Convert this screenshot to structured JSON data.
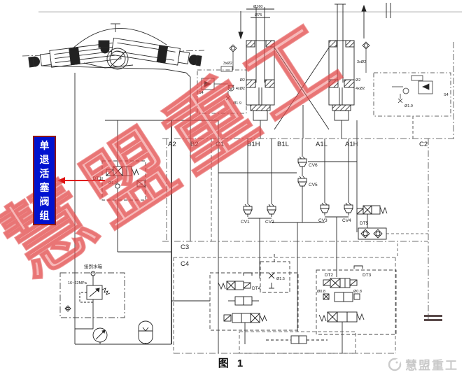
{
  "caption": "图 1",
  "callout": {
    "text": "单退活塞阀组",
    "chars": {
      "c1": "单",
      "c2": "退",
      "c3": "活",
      "c4": "塞",
      "c5": "阀",
      "c6": "组"
    }
  },
  "watermark": {
    "text": "慧盟重工"
  },
  "brand": {
    "name": "慧盟重工"
  },
  "ports": {
    "a2": "A2",
    "b2": "B2",
    "c1": "C1",
    "b1h": "B1H",
    "b1l": "B1L",
    "a1l": "A1L",
    "a1h": "A1H",
    "c2": "C2",
    "c3": "C3",
    "c4": "C4"
  },
  "check_valves": {
    "cv1": "CV1",
    "cv2": "CV2",
    "cv3": "CV3",
    "cv4": "CV4",
    "cv5": "CV5",
    "cv6": "CV6"
  },
  "solenoid_valves": {
    "dt1": "DT1",
    "dt2": "DT2",
    "dt3": "DT3",
    "dt4": "DT4",
    "dt5": "DT5"
  },
  "annotations": {
    "to_water_tank": "接到水箱",
    "relief_setting": "16~22MPa",
    "bore_dia": "Ø160",
    "rod_dia": "Ø75",
    "holes_3x2": "3xØ2",
    "holes_4x2": "4xØ2",
    "dia_2": "Ø2",
    "orifice_1_9": "Ø1.9",
    "orifice_1_0": "Ø1.0",
    "orifice_1_5": "Ø1.5",
    "orifice_0_8": "Ø0.8",
    "s4": "S4"
  }
}
